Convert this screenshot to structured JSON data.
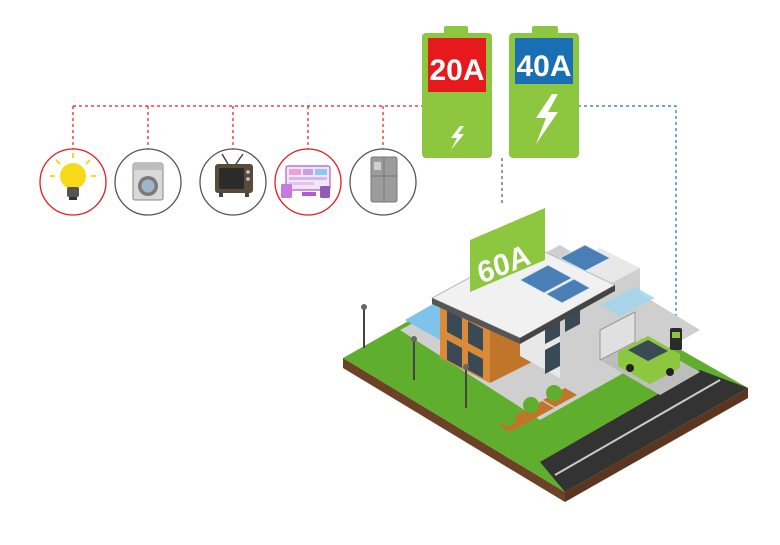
{
  "batteries": [
    {
      "id": "battery-20a",
      "label": "20A",
      "label_color": "#e8191d"
    },
    {
      "id": "battery-40a",
      "label": "40A",
      "label_color": "#1a6fb4"
    }
  ],
  "house_sign": {
    "label": "60A"
  },
  "appliances": [
    {
      "id": "light-bulb",
      "icon": "light-bulb-icon",
      "highlighted": true
    },
    {
      "id": "washing-machine",
      "icon": "washing-machine-icon",
      "highlighted": false
    },
    {
      "id": "television",
      "icon": "television-icon",
      "highlighted": false
    },
    {
      "id": "computer",
      "icon": "computer-icon",
      "highlighted": true
    },
    {
      "id": "refrigerator",
      "icon": "refrigerator-icon",
      "highlighted": false
    }
  ],
  "colors": {
    "battery_green": "#8dc63f",
    "red_line": "#e8191d",
    "blue_line": "#1a6fb4",
    "ground": "#5fae2e",
    "soil": "#6b4226",
    "road": "#333333"
  }
}
